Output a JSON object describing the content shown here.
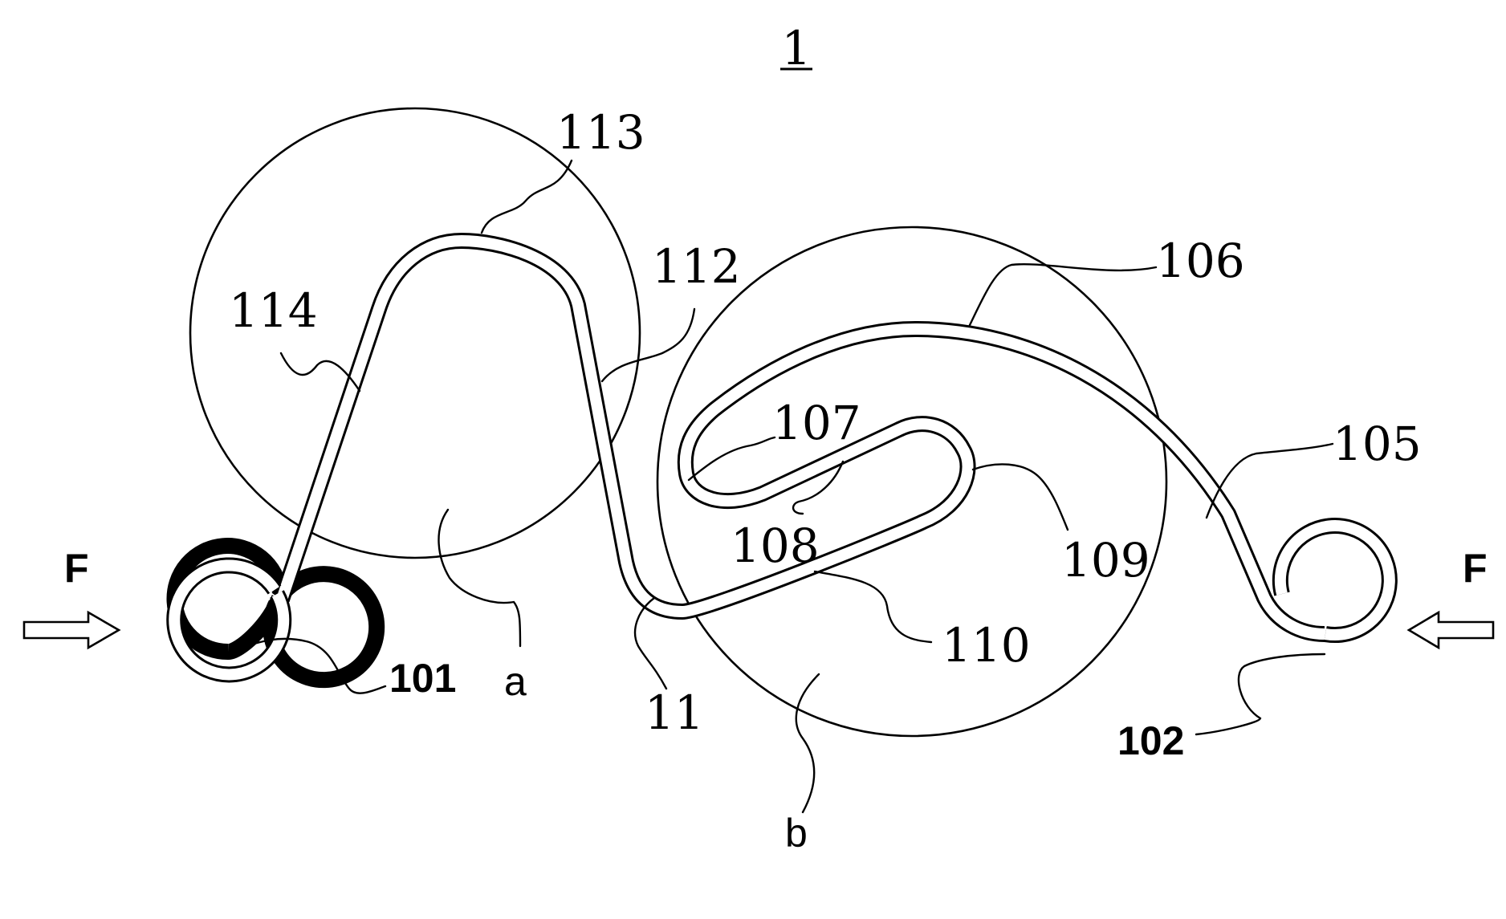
{
  "figure": {
    "title": "1",
    "labels": {
      "l101": "101",
      "l102": "102",
      "l105": "105",
      "l106": "106",
      "l107": "107",
      "l108": "108",
      "l109": "109",
      "l110": "110",
      "l11": "11",
      "l112": "112",
      "l113": "113",
      "l114": "114",
      "la": "a",
      "lb": "b",
      "force_left": "F",
      "force_right": "F"
    }
  }
}
